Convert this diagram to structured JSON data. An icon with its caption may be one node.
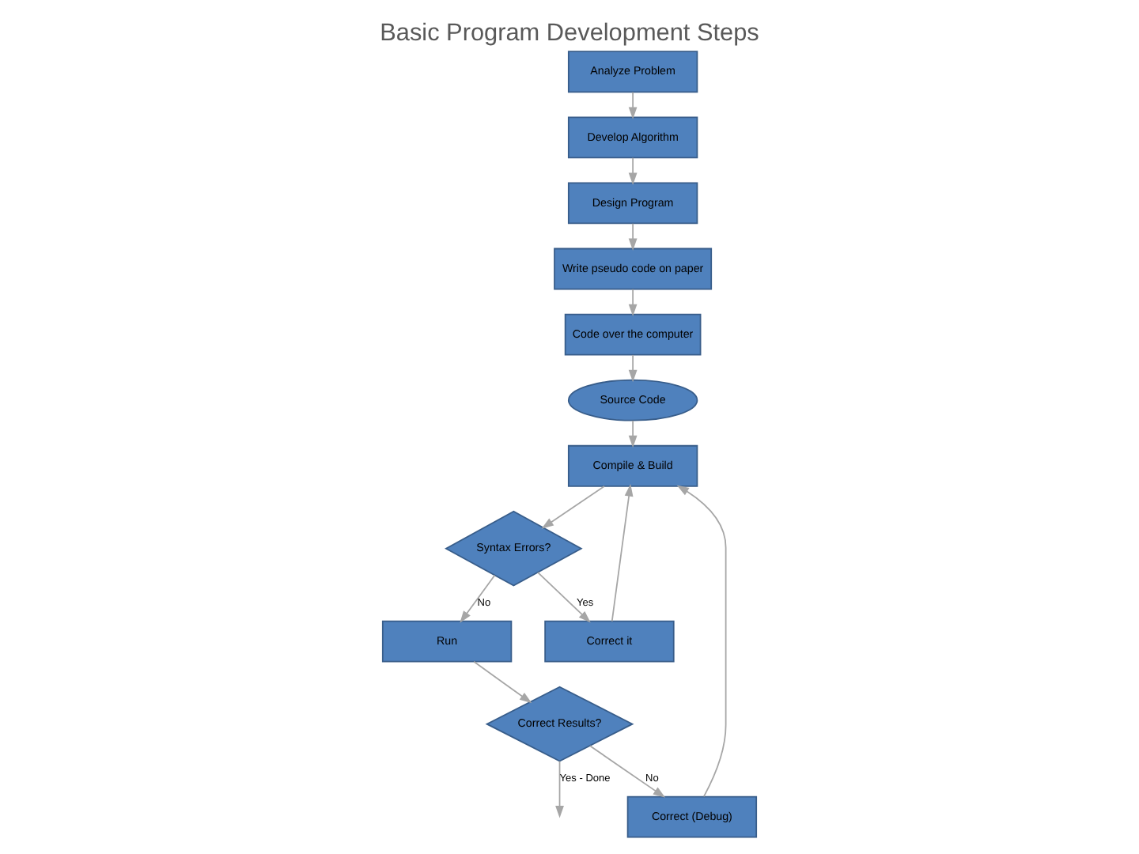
{
  "diagram": {
    "title": "Basic Program Development Steps",
    "nodes": [
      {
        "text": [
          "Analyze Problem"
        ]
      },
      {
        "text": [
          "Develop Algorithm"
        ]
      },
      {
        "text": [
          "Design Program"
        ]
      },
      {
        "text": [
          "Write pseudo code on paper"
        ]
      },
      {
        "text": [
          "Code over the computer"
        ]
      },
      {
        "text": [
          "Source Code"
        ]
      },
      {
        "text": [
          "Compile & Build"
        ]
      },
      {
        "text": [
          "Syntax Errors?"
        ]
      },
      {
        "text": [
          "Correct it"
        ]
      },
      {
        "text": [
          "Run"
        ]
      },
      {
        "text": [
          "Correct Results?"
        ]
      },
      {
        "text": [
          "Correct (Debug)"
        ]
      }
    ],
    "edges": [
      {
        "from": 0,
        "to": 1,
        "arrow": "to"
      },
      {
        "from": 1,
        "to": 2,
        "arrow": "to"
      },
      {
        "from": 2,
        "to": 3,
        "arrow": "to"
      },
      {
        "from": 3,
        "to": 4,
        "arrow": "to"
      },
      {
        "from": 4,
        "to": 5,
        "arrow": "to"
      },
      {
        "from": 5,
        "to": 6,
        "arrow": "to"
      },
      {
        "from": 6,
        "to": 7,
        "arrow": "to"
      },
      {
        "from": 7,
        "to": 8,
        "label": "Yes",
        "arrow": "to"
      },
      {
        "from": 8,
        "to": 6,
        "arrow": "to"
      },
      {
        "from": 7,
        "to": 9,
        "label": "No",
        "arrow": "to"
      },
      {
        "from": 9,
        "to": 10,
        "arrow": "to"
      },
      {
        "from": 10,
        "to": 11,
        "label": "No",
        "arrow": "to"
      },
      {
        "from": 11,
        "to": 6,
        "arrow": "to"
      },
      {
        "from": 10,
        "to": null,
        "label": "Yes - Done",
        "arrow": "to"
      }
    ]
  }
}
